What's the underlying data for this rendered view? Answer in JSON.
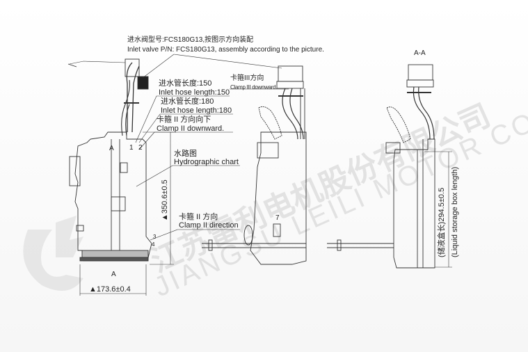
{
  "watermark": {
    "company_cn": "江苏雷利电机股份有限公司",
    "company_en": "JIANGSU LEILI MOTOR CO., LTD."
  },
  "notes": {
    "inlet_valve_cn": "进水阀型号:FCS180G13,按图示方向装配",
    "inlet_valve_en": "Inlet valve P/N: FCS180G13, assembly according to the picture.",
    "hose150_cn": "进水管长度:150",
    "hose150_en": "Inlet hose length:150",
    "hose180_cn": "进水管长度:180",
    "hose180_en": "Inlet hose length:180",
    "clamp2_down_cn": "卡箍 II 方向向下",
    "clamp2_down_en": "Clamp II downward.",
    "clamp3_cn": "卡箍III方向",
    "clamp3_en": "Clamp III downward.",
    "hydro_cn": "水路图",
    "hydro_en": "Hydrographic chart",
    "clamp2_dir_cn": "卡箍 II 方向",
    "clamp2_dir_en": "Clamp II direction"
  },
  "labels": {
    "section_a_top": "A",
    "section_a_bottom": "A",
    "section_view": "A-A",
    "port1": "1",
    "port2": "2",
    "port3": "3",
    "port4": "4",
    "part7": "7"
  },
  "dimensions": {
    "height": "▲350.6±0.5",
    "width": "▲173.6±0.4",
    "box_length_cn": "(储液盒长)294.5±0.5",
    "box_length_en": "(Liquid storage box length)"
  }
}
